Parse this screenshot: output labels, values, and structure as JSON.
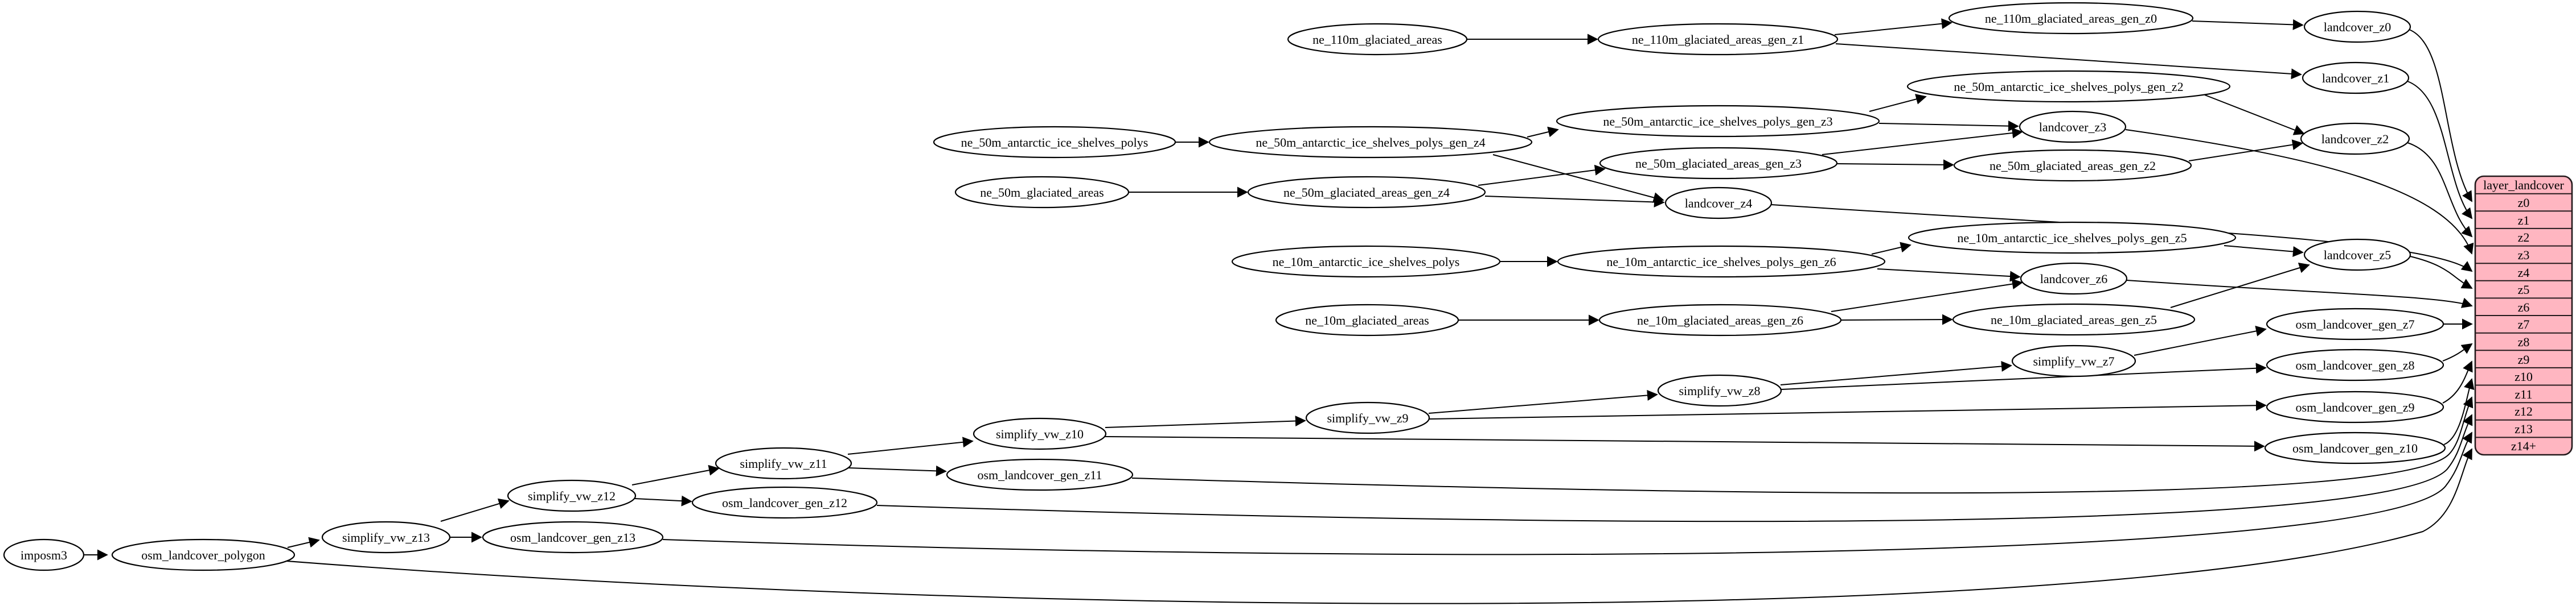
{
  "graph": {
    "colors": {
      "background": "#ffffff",
      "node_fill": "#ffffff",
      "node_stroke": "#000000",
      "edge": "#000000",
      "table_fill": "#ffb6c1",
      "table_stroke": "#241a1c"
    },
    "nodes": {
      "imposm3": "imposm3",
      "osm_landcover_polygon": "osm_landcover_polygon",
      "simplify_vw_z13": "simplify_vw_z13",
      "osm_landcover_gen_z13": "osm_landcover_gen_z13",
      "simplify_vw_z12": "simplify_vw_z12",
      "osm_landcover_gen_z12": "osm_landcover_gen_z12",
      "simplify_vw_z11": "simplify_vw_z11",
      "osm_landcover_gen_z11": "osm_landcover_gen_z11",
      "simplify_vw_z10": "simplify_vw_z10",
      "simplify_vw_z9": "simplify_vw_z9",
      "simplify_vw_z8": "simplify_vw_z8",
      "simplify_vw_z7": "simplify_vw_z7",
      "osm_landcover_gen_z7": "osm_landcover_gen_z7",
      "osm_landcover_gen_z8": "osm_landcover_gen_z8",
      "osm_landcover_gen_z9": "osm_landcover_gen_z9",
      "osm_landcover_gen_z10": "osm_landcover_gen_z10",
      "ne_110m_glaciated_areas": "ne_110m_glaciated_areas",
      "ne_110m_glaciated_areas_gen_z1": "ne_110m_glaciated_areas_gen_z1",
      "ne_110m_glaciated_areas_gen_z0": "ne_110m_glaciated_areas_gen_z0",
      "landcover_z0": "landcover_z0",
      "landcover_z1": "landcover_z1",
      "ne_50m_antarctic_ice_shelves_polys": "ne_50m_antarctic_ice_shelves_polys",
      "ne_50m_antarctic_ice_shelves_polys_gen_z4": "ne_50m_antarctic_ice_shelves_polys_gen_z4",
      "ne_50m_antarctic_ice_shelves_polys_gen_z3": "ne_50m_antarctic_ice_shelves_polys_gen_z3",
      "ne_50m_antarctic_ice_shelves_polys_gen_z2": "ne_50m_antarctic_ice_shelves_polys_gen_z2",
      "landcover_z2": "landcover_z2",
      "landcover_z3": "landcover_z3",
      "ne_50m_glaciated_areas": "ne_50m_glaciated_areas",
      "ne_50m_glaciated_areas_gen_z4": "ne_50m_glaciated_areas_gen_z4",
      "ne_50m_glaciated_areas_gen_z3": "ne_50m_glaciated_areas_gen_z3",
      "ne_50m_glaciated_areas_gen_z2": "ne_50m_glaciated_areas_gen_z2",
      "landcover_z4": "landcover_z4",
      "ne_10m_antarctic_ice_shelves_polys": "ne_10m_antarctic_ice_shelves_polys",
      "ne_10m_antarctic_ice_shelves_polys_gen_z6": "ne_10m_antarctic_ice_shelves_polys_gen_z6",
      "ne_10m_antarctic_ice_shelves_polys_gen_z5": "ne_10m_antarctic_ice_shelves_polys_gen_z5",
      "landcover_z5": "landcover_z5",
      "landcover_z6": "landcover_z6",
      "ne_10m_glaciated_areas": "ne_10m_glaciated_areas",
      "ne_10m_glaciated_areas_gen_z6": "ne_10m_glaciated_areas_gen_z6",
      "ne_10m_glaciated_areas_gen_z5": "ne_10m_glaciated_areas_gen_z5"
    },
    "table": {
      "title": "layer_landcover",
      "rows": [
        "z0",
        "z1",
        "z2",
        "z3",
        "z4",
        "z5",
        "z6",
        "z7",
        "z8",
        "z9",
        "z10",
        "z11",
        "z12",
        "z13",
        "z14+"
      ]
    },
    "edges": [
      {
        "from": "imposm3",
        "to": "osm_landcover_polygon"
      },
      {
        "from": "osm_landcover_polygon",
        "to": "simplify_vw_z13"
      },
      {
        "from": "osm_landcover_polygon",
        "to": "layer_landcover:z14+"
      },
      {
        "from": "simplify_vw_z13",
        "to": "simplify_vw_z12"
      },
      {
        "from": "simplify_vw_z13",
        "to": "osm_landcover_gen_z13"
      },
      {
        "from": "osm_landcover_gen_z13",
        "to": "layer_landcover:z13"
      },
      {
        "from": "simplify_vw_z12",
        "to": "simplify_vw_z11"
      },
      {
        "from": "simplify_vw_z12",
        "to": "osm_landcover_gen_z12"
      },
      {
        "from": "osm_landcover_gen_z12",
        "to": "layer_landcover:z12"
      },
      {
        "from": "simplify_vw_z11",
        "to": "simplify_vw_z10"
      },
      {
        "from": "simplify_vw_z11",
        "to": "osm_landcover_gen_z11"
      },
      {
        "from": "osm_landcover_gen_z11",
        "to": "layer_landcover:z11"
      },
      {
        "from": "simplify_vw_z10",
        "to": "simplify_vw_z9"
      },
      {
        "from": "simplify_vw_z10",
        "to": "osm_landcover_gen_z10"
      },
      {
        "from": "osm_landcover_gen_z10",
        "to": "layer_landcover:z10"
      },
      {
        "from": "simplify_vw_z9",
        "to": "simplify_vw_z8"
      },
      {
        "from": "simplify_vw_z9",
        "to": "osm_landcover_gen_z9"
      },
      {
        "from": "osm_landcover_gen_z9",
        "to": "layer_landcover:z9"
      },
      {
        "from": "simplify_vw_z8",
        "to": "simplify_vw_z7"
      },
      {
        "from": "simplify_vw_z8",
        "to": "osm_landcover_gen_z8"
      },
      {
        "from": "osm_landcover_gen_z8",
        "to": "layer_landcover:z8"
      },
      {
        "from": "simplify_vw_z7",
        "to": "osm_landcover_gen_z7"
      },
      {
        "from": "osm_landcover_gen_z7",
        "to": "layer_landcover:z7"
      },
      {
        "from": "ne_110m_glaciated_areas",
        "to": "ne_110m_glaciated_areas_gen_z1"
      },
      {
        "from": "ne_110m_glaciated_areas_gen_z1",
        "to": "ne_110m_glaciated_areas_gen_z0"
      },
      {
        "from": "ne_110m_glaciated_areas_gen_z1",
        "to": "landcover_z1"
      },
      {
        "from": "ne_110m_glaciated_areas_gen_z0",
        "to": "landcover_z0"
      },
      {
        "from": "landcover_z0",
        "to": "layer_landcover:z0"
      },
      {
        "from": "landcover_z1",
        "to": "layer_landcover:z1"
      },
      {
        "from": "ne_50m_antarctic_ice_shelves_polys",
        "to": "ne_50m_antarctic_ice_shelves_polys_gen_z4"
      },
      {
        "from": "ne_50m_antarctic_ice_shelves_polys_gen_z4",
        "to": "ne_50m_antarctic_ice_shelves_polys_gen_z3"
      },
      {
        "from": "ne_50m_antarctic_ice_shelves_polys_gen_z4",
        "to": "landcover_z4"
      },
      {
        "from": "ne_50m_antarctic_ice_shelves_polys_gen_z3",
        "to": "ne_50m_antarctic_ice_shelves_polys_gen_z2"
      },
      {
        "from": "ne_50m_antarctic_ice_shelves_polys_gen_z3",
        "to": "landcover_z3"
      },
      {
        "from": "ne_50m_antarctic_ice_shelves_polys_gen_z2",
        "to": "landcover_z2"
      },
      {
        "from": "ne_50m_glaciated_areas",
        "to": "ne_50m_glaciated_areas_gen_z4"
      },
      {
        "from": "ne_50m_glaciated_areas_gen_z4",
        "to": "ne_50m_glaciated_areas_gen_z3"
      },
      {
        "from": "ne_50m_glaciated_areas_gen_z4",
        "to": "landcover_z4"
      },
      {
        "from": "ne_50m_glaciated_areas_gen_z3",
        "to": "ne_50m_glaciated_areas_gen_z2"
      },
      {
        "from": "ne_50m_glaciated_areas_gen_z3",
        "to": "landcover_z3"
      },
      {
        "from": "ne_50m_glaciated_areas_gen_z2",
        "to": "landcover_z2"
      },
      {
        "from": "landcover_z2",
        "to": "layer_landcover:z2"
      },
      {
        "from": "landcover_z3",
        "to": "layer_landcover:z3"
      },
      {
        "from": "landcover_z4",
        "to": "layer_landcover:z4"
      },
      {
        "from": "ne_10m_antarctic_ice_shelves_polys",
        "to": "ne_10m_antarctic_ice_shelves_polys_gen_z6"
      },
      {
        "from": "ne_10m_antarctic_ice_shelves_polys_gen_z6",
        "to": "ne_10m_antarctic_ice_shelves_polys_gen_z5"
      },
      {
        "from": "ne_10m_antarctic_ice_shelves_polys_gen_z6",
        "to": "landcover_z6"
      },
      {
        "from": "ne_10m_antarctic_ice_shelves_polys_gen_z5",
        "to": "landcover_z5"
      },
      {
        "from": "ne_10m_glaciated_areas",
        "to": "ne_10m_glaciated_areas_gen_z6"
      },
      {
        "from": "ne_10m_glaciated_areas_gen_z6",
        "to": "ne_10m_glaciated_areas_gen_z5"
      },
      {
        "from": "ne_10m_glaciated_areas_gen_z6",
        "to": "landcover_z6"
      },
      {
        "from": "ne_10m_glaciated_areas_gen_z5",
        "to": "landcover_z5"
      },
      {
        "from": "landcover_z5",
        "to": "layer_landcover:z5"
      },
      {
        "from": "landcover_z6",
        "to": "layer_landcover:z6"
      }
    ]
  }
}
